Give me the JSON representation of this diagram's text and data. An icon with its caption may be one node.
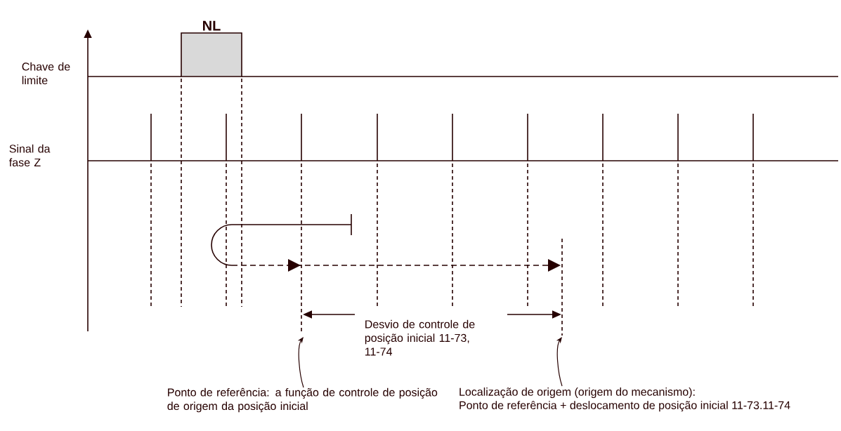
{
  "diagram": {
    "nodes": [
      {
        "text": [
          "NL"
        ]
      },
      {
        "text": [
          "Ponto de referência: a função de controle de posição de origem da posição inicial"
        ]
      },
      {
        "text": [
          "Localização de origem (origem do mecanismo):",
          "Ponto de referência + deslocamento de posição inicial 11-73.11-74"
        ]
      }
    ],
    "edges": [
      {
        "from": 1,
        "to": null,
        "arrow": "to"
      },
      {
        "from": 2,
        "to": null,
        "arrow": "to"
      }
    ],
    "labels": [
      "Chave de limite",
      "Sinal da fase Z",
      "Desvio de controle de posição inicial 11-73, 11-74"
    ]
  }
}
